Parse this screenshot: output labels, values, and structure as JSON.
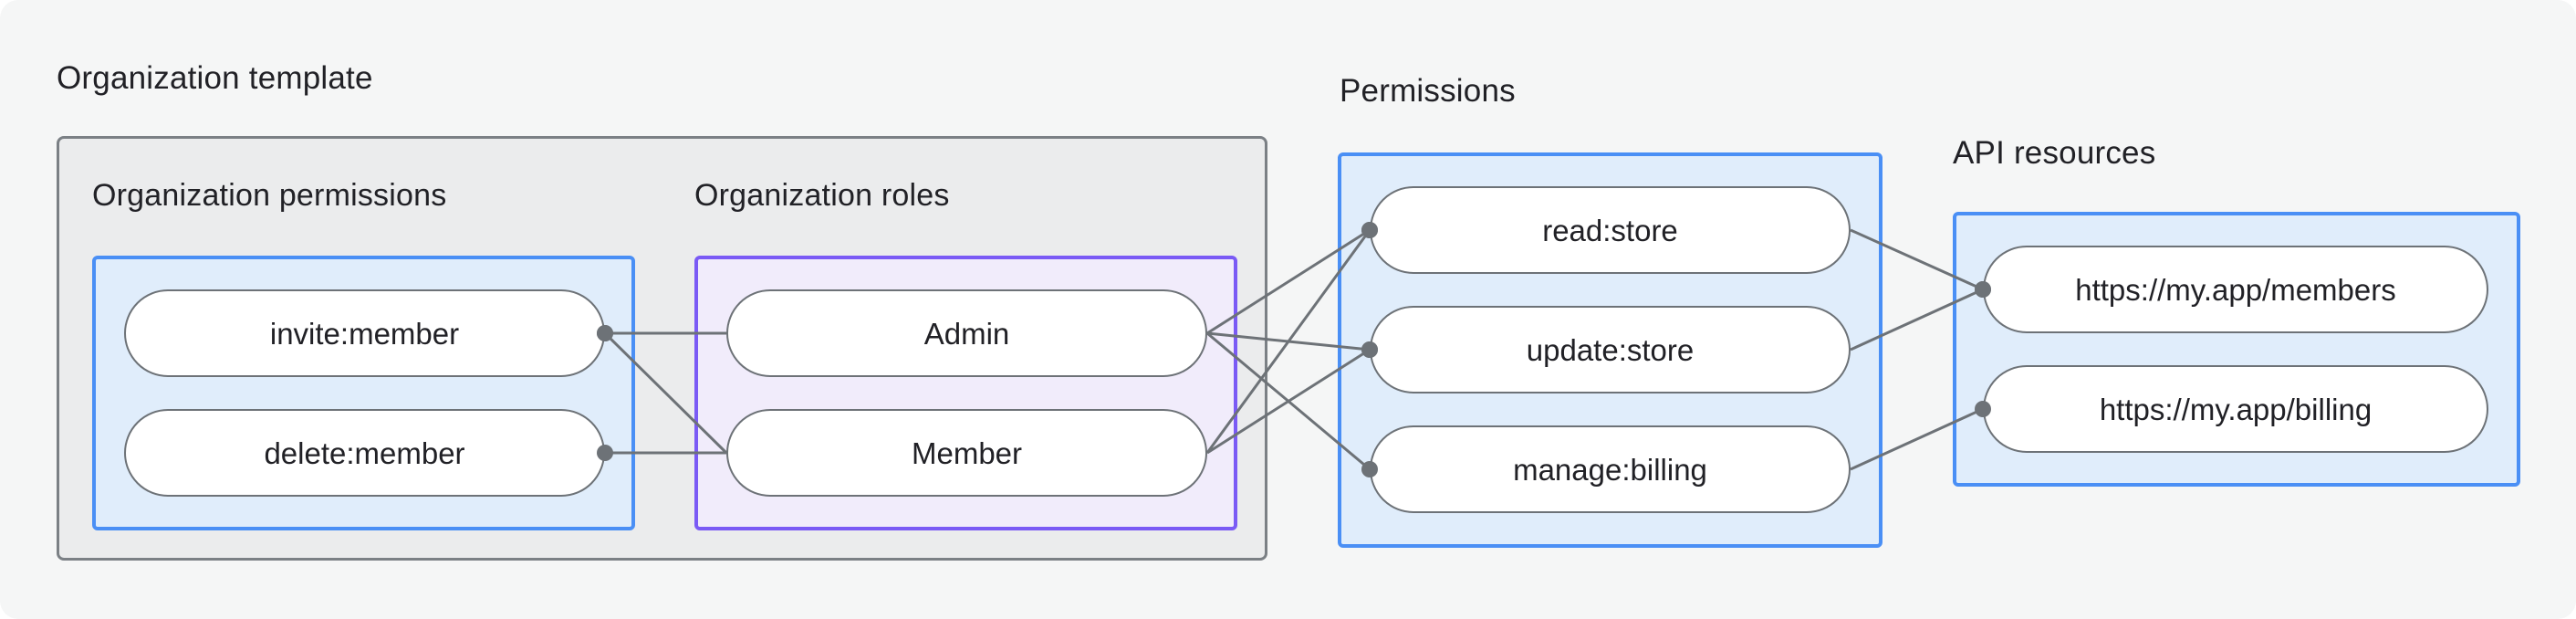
{
  "colors": {
    "canvas_bg": "#f5f6f6",
    "template_box_bg": "#ebeced",
    "template_box_border": "#7b8085",
    "blue_box_bg": "#e0edfb",
    "blue_box_border": "#4a8ff5",
    "purple_box_bg": "#f1ecfb",
    "purple_box_border": "#7a5af5",
    "pill_bg": "#ffffff",
    "pill_border": "#6d7277",
    "connector": "#6d7277",
    "text": "#212126"
  },
  "org_template": {
    "title": "Organization template",
    "org_permissions": {
      "label": "Organization permissions",
      "nodes": [
        {
          "id": "invite-member",
          "label": "invite:member"
        },
        {
          "id": "delete-member",
          "label": "delete:member"
        }
      ]
    },
    "org_roles": {
      "label": "Organization roles",
      "nodes": [
        {
          "id": "admin",
          "label": "Admin"
        },
        {
          "id": "member",
          "label": "Member"
        }
      ]
    }
  },
  "permissions": {
    "label": "Permissions",
    "nodes": [
      {
        "id": "read-store",
        "label": "read:store"
      },
      {
        "id": "update-store",
        "label": "update:store"
      },
      {
        "id": "manage-billing",
        "label": "manage:billing"
      }
    ]
  },
  "api_resources": {
    "label": "API resources",
    "nodes": [
      {
        "id": "members-api",
        "label": "https://my.app/members"
      },
      {
        "id": "billing-api",
        "label": "https://my.app/billing"
      }
    ]
  },
  "edges": [
    {
      "from": "invite-member",
      "to": "admin",
      "dot": "from"
    },
    {
      "from": "invite-member",
      "to": "member",
      "dot": "from"
    },
    {
      "from": "delete-member",
      "to": "member",
      "dot": "from"
    },
    {
      "from": "admin",
      "to": "read-store",
      "dot": "to"
    },
    {
      "from": "admin",
      "to": "update-store",
      "dot": "to"
    },
    {
      "from": "admin",
      "to": "manage-billing",
      "dot": "to"
    },
    {
      "from": "member",
      "to": "read-store",
      "dot": "to"
    },
    {
      "from": "member",
      "to": "update-store",
      "dot": "to"
    },
    {
      "from": "read-store",
      "to": "members-api",
      "dot": "to"
    },
    {
      "from": "update-store",
      "to": "members-api",
      "dot": "to"
    },
    {
      "from": "manage-billing",
      "to": "billing-api",
      "dot": "to"
    }
  ],
  "edge_style": {
    "stroke_width": 3,
    "dot_radius": 9
  }
}
